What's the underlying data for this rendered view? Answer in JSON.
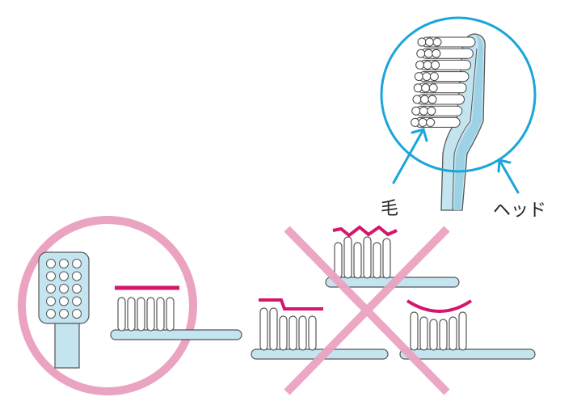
{
  "labels": {
    "bristle": "毛",
    "head": "ヘッド"
  },
  "colors": {
    "callout_blue": "#1aa6d9",
    "brush_blue": "#c4e5ef",
    "brush_blue_dark": "#9dd2e6",
    "outline": "#555555",
    "good_circle_pink": "#eaa3c0",
    "cross_pink": "#eaa3c0",
    "paste_magenta": "#d4166f"
  },
  "panels": {
    "good": {
      "mark": "circle"
    },
    "bad": {
      "mark": "cross",
      "variants": [
        "zigzag",
        "step",
        "curved"
      ]
    }
  }
}
